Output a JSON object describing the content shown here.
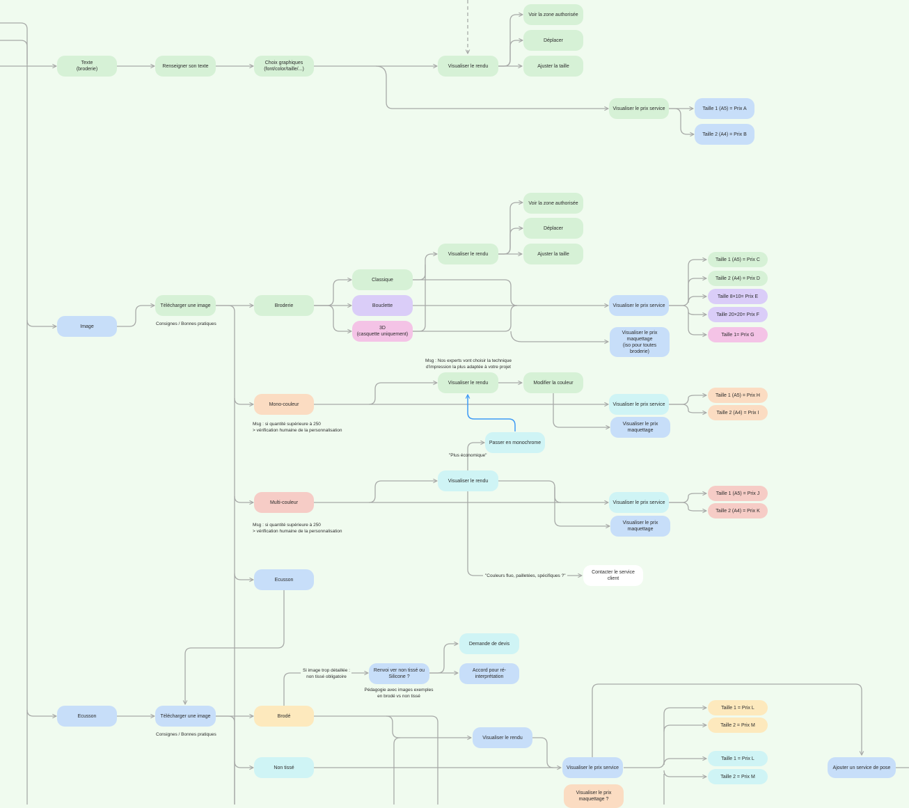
{
  "nodes": {
    "texte": "Texte\n(broderie)",
    "renseigner": "Renseigner son texte",
    "choix": "Choix graphiques\n(font/color/taille/...)",
    "vis1": "Visualiser le rendu",
    "voir1": "Voir la zone authorisée",
    "depl1": "Déplacer",
    "ajust1": "Ajuster la taille",
    "prix1": "Visualiser le prix service",
    "ta1": "Taille 1 (A5) = Prix A",
    "tb1": "Taille 2 (A4) = Prix B",
    "image": "Image",
    "telech1": "Télécharger une image",
    "broderie": "Broderie",
    "classique": "Classique",
    "bouclette": "Bouclette",
    "trois_d": "3D\n(casquette uniquement)",
    "vis2": "Visualiser le rendu",
    "voir2": "Voir la zone authorisée",
    "depl2": "Déplacer",
    "ajust2": "Ajuster la taille",
    "prix2": "Visualiser le prix service",
    "maq2": "Visualiser le prix\nmaquettage\n(iso pour toutes broderie)",
    "tc": "Taille 1 (A5) = Prix C",
    "td": "Taille 2 (A4) = Prix D",
    "te": "Taille 8×10= Prix E",
    "tf": "Taille 20×20= Prix F",
    "tg": "Taille 1= Prix G",
    "mono": "Mono-couleur",
    "vis3": "Visualiser le rendu",
    "modif": "Modifier la couleur",
    "prix3": "Visualiser le prix service",
    "maq3": "Visualiser le prix\nmaquettage",
    "th": "Taille 1 (A5) = Prix H",
    "ti": "Taille 2 (A4) = Prix I",
    "passer": "Passer en monochrome",
    "multi": "Multi-couleur",
    "vis4": "Visualiser le rendu",
    "prix4": "Visualiser le prix service",
    "maq4": "Visualiser le prix\nmaquettage",
    "tj": "Taille 1 (A5) = Prix J",
    "tk": "Taille 2 (A4) = Prix K",
    "contacter": "Contacter le service\nclient",
    "ecusson_a": "Ecusson",
    "ecusson_b": "Ecusson",
    "telech2": "Télécharger une image",
    "brode": "Brodé",
    "nontisse": "Non tissé",
    "renvoi": "Renvoi ver non tissé ou\nSilicone ?",
    "devis": "Demande de devis",
    "accord": "Accord pour ré-\ninterprétation",
    "vis5": "Visualiser le rendu",
    "prix5": "Visualiser le prix service",
    "maq5": "Visualiser le prix\nmaquettage ?",
    "tl1": "Taille 1 = Prix L",
    "tm1": "Taille 2 = Prix M",
    "tl2": "Taille 1 = Prix L",
    "tm2": "Taille 2 = Prix M",
    "pose": "Ajouter un service de pose"
  },
  "notes": {
    "consignes1": "Consignes / Bonnes pratiques",
    "msg_experts": "Msg : Nos experts vont choisir la technique\nd'impression la plus adaptée à votre projet",
    "msg_mono": "Msg : si quantité supérieure à 250\n> vérification humaine de la personnalisation",
    "eco": "\"Plus économique\"",
    "msg_multi": "Msg : si quantité supérieure à 250\n> vérification humaine de la personnalisation",
    "fluo": "\"Couleurs fluo, pailletées, spécifiques ?\"",
    "detail": "Si image trop détaillée :\nnon tissé obligatoire",
    "pedago": "Pédagogie avec images exemples\nen brodé vs non tissé",
    "consignes2": "Consignes / Bonnes pratiques"
  },
  "colors": {
    "connector": "#a7a9a7",
    "highlight_connector": "#3d99f5",
    "background": "#f0fbef"
  }
}
